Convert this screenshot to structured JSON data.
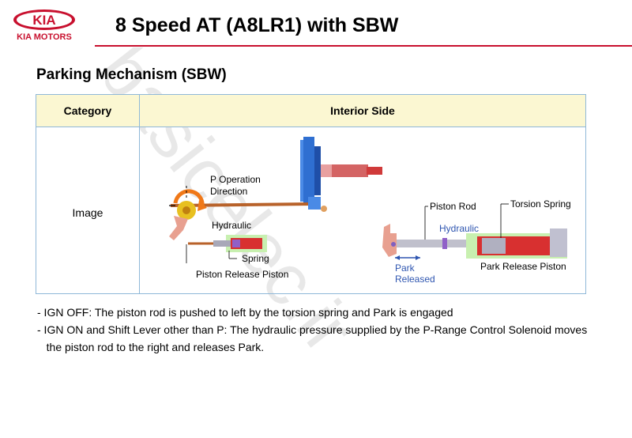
{
  "header": {
    "logo_text": "KIA MOTORS",
    "title": "8 Speed AT (A8LR1) with SBW"
  },
  "watermark": "basicelec.ir",
  "section_title": "Parking Mechanism (SBW)",
  "table": {
    "headers": [
      "Category",
      "Interior Side"
    ],
    "row_label": "Image"
  },
  "diagram": {
    "left_labels": {
      "p_operation": [
        "P Operation",
        "Direction"
      ],
      "hydraulic": "Hydraulic",
      "spring": "Spring",
      "piston_release": "Piston Release Piston"
    },
    "right_labels": {
      "piston_rod": "Piston Rod",
      "torsion_spring": "Torsion Spring",
      "hydraulic": "Hydraulic",
      "park_released": [
        "Park",
        "Released"
      ],
      "park_release_piston": "Park Release Piston"
    }
  },
  "notes": [
    "- IGN OFF: The piston rod is pushed to left by the torsion spring and Park is engaged",
    "- IGN ON and Shift Lever other than P: The hydraulic pressure supplied by the P-Range Control Solenoid moves",
    "   the piston rod to the right and releases Park."
  ],
  "colors": {
    "brand_red": "#c8102e",
    "header_fill": "#fbf7d2",
    "table_border": "#8fb8d8",
    "label_blue": "#2e55b0"
  }
}
